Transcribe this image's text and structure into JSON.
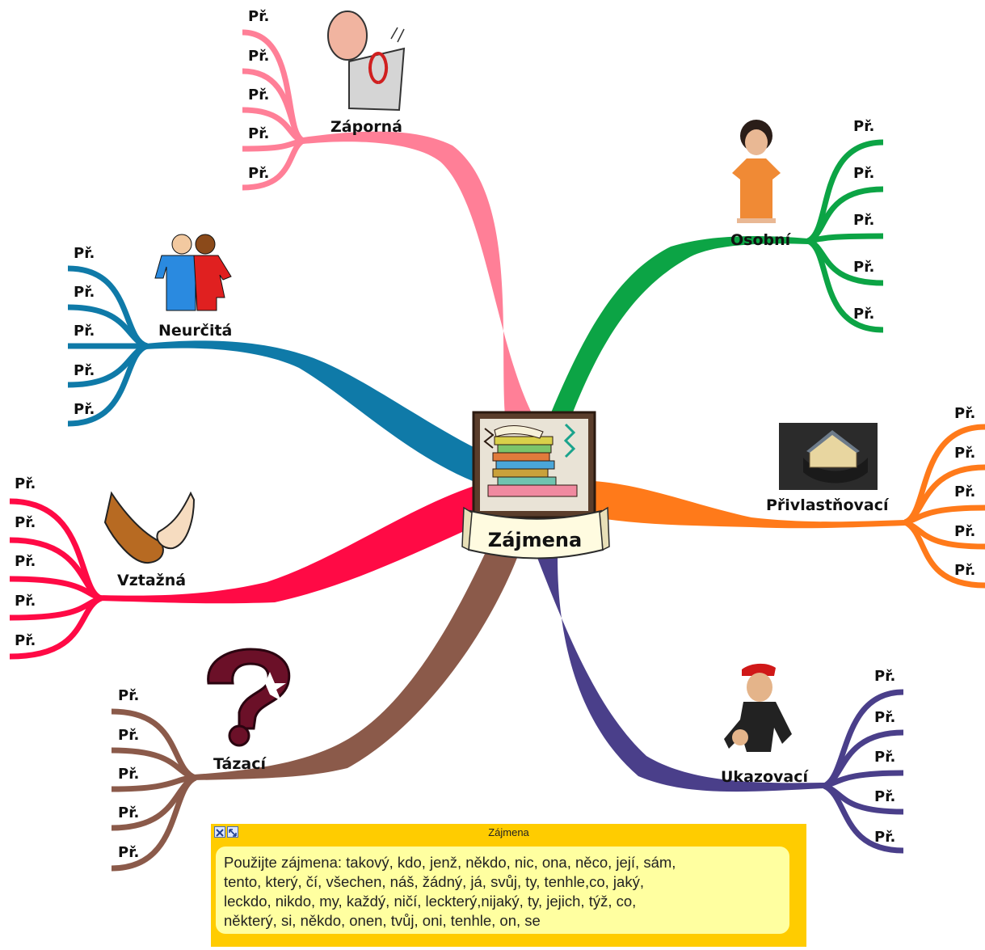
{
  "center": {
    "label": "Zájmena"
  },
  "branches": [
    {
      "id": "zaporna",
      "label": "Záporná",
      "color": "#ff7f97",
      "examples": [
        "Př.",
        "Př.",
        "Př.",
        "Př.",
        "Př."
      ]
    },
    {
      "id": "osobni",
      "label": "Osobní",
      "color": "#0ca445",
      "examples": [
        "Př.",
        "Př.",
        "Př.",
        "Př.",
        "Př."
      ]
    },
    {
      "id": "neurcita",
      "label": "Neurčitá",
      "color": "#0f7aa8",
      "examples": [
        "Př.",
        "Př.",
        "Př.",
        "Př.",
        "Př."
      ]
    },
    {
      "id": "privlastnovaci",
      "label": "Přivlastňovací",
      "color": "#ff7a1a",
      "examples": [
        "Př.",
        "Př.",
        "Př.",
        "Př.",
        "Př."
      ]
    },
    {
      "id": "vztazna",
      "label": "Vztažná",
      "color": "#ff0a45",
      "examples": [
        "Př.",
        "Př.",
        "Př.",
        "Př.",
        "Př."
      ]
    },
    {
      "id": "tazaci",
      "label": "Tázací",
      "color": "#8b5a4a",
      "examples": [
        "Př.",
        "Př.",
        "Př.",
        "Př.",
        "Př."
      ]
    },
    {
      "id": "ukazovaci",
      "label": "Ukazovací",
      "color": "#4a3f8a",
      "examples": [
        "Př.",
        "Př.",
        "Př.",
        "Př.",
        "Př."
      ]
    }
  ],
  "note": {
    "title": "Zájmena",
    "text": "Použijte zájmena: takový, kdo, jenž, někdo, nic, ona, něco, její, sám,\ntento, který, čí, všechen, náš, žádný, já, svůj, ty, tenhle,co, jaký,\nleckdo, nikdo, my, každý, ničí, leckterý,nijaký, ty, jejich, týž, co,\nněkterý, si, někdo, onen, tvůj, oni, tenhle, on, se",
    "background": "#ffcc00",
    "body_background": "#ffffa0"
  }
}
